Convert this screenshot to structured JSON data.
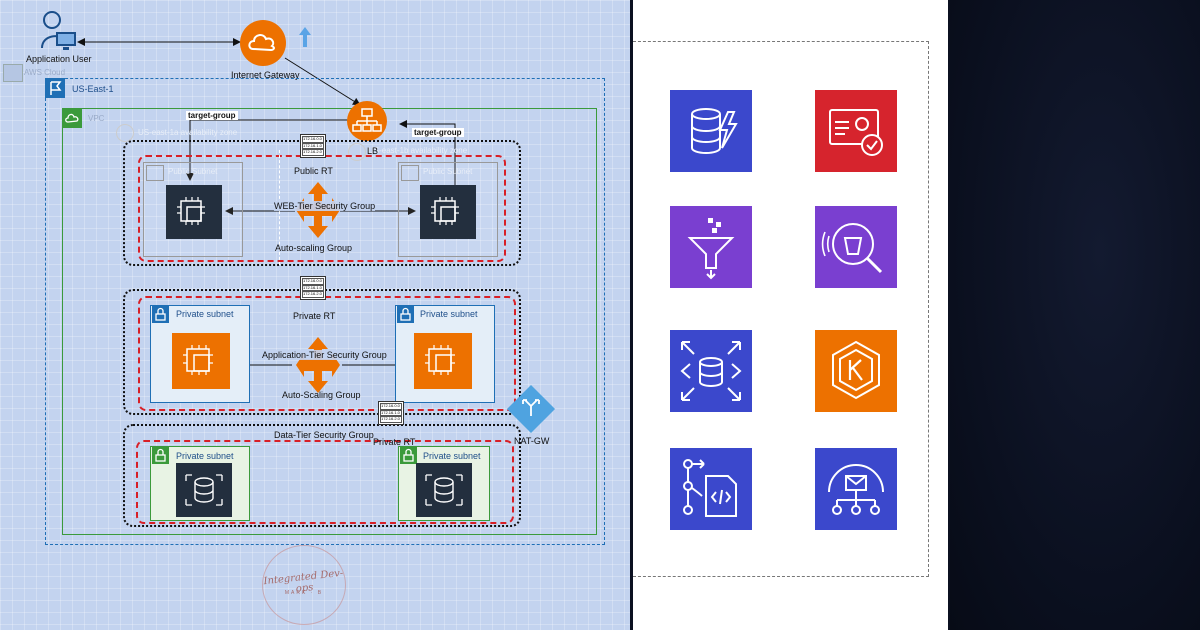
{
  "diagram": {
    "application_user": "Application User",
    "internet_gateway": "Internet Gateway",
    "region_label": "US-East-1",
    "aws_cloud_label": "AWS Cloud",
    "vpc_label": "VPC",
    "az_label_1": "US-east-1a availability zone",
    "az_label_2": "US-east-1b availability zone",
    "lb_label": "LB",
    "target_group_1": "target-group",
    "target_group_2": "target-group",
    "public_rt": "Public RT",
    "public_subnet_1": "Public Subnet",
    "public_subnet_2": "Public Subnet",
    "web_sg": "WEB-Tier Security Group",
    "web_asg": "Auto-scaling Group",
    "private_rt_1": "Private RT",
    "app_subnet_1": "Private subnet",
    "app_subnet_2": "Private subnet",
    "app_sg": "Application-Tier Security Group",
    "app_asg": "Auto-Scaling Group",
    "nat_gw": "NAT-GW",
    "data_sg": "Data-Tier Security Group",
    "private_rt_2": "Private RT",
    "data_subnet_1": "Private subnet",
    "data_subnet_2": "Private subnet",
    "rt_entries": [
      "172.16.0.0",
      "172.16.1.0",
      "172.16.2.0"
    ],
    "watermark_main": "Integrated Dev-ops",
    "watermark_sub": "MARK · B"
  },
  "icon_panel": {
    "tiles": [
      {
        "name": "dynamodb-icon",
        "color": "#3b48cc"
      },
      {
        "name": "certificate-manager-icon",
        "color": "#d6242d"
      },
      {
        "name": "glue-icon",
        "color": "#7a3fd0"
      },
      {
        "name": "s3-inspect-icon",
        "color": "#7a3fd0"
      },
      {
        "name": "rds-icon",
        "color": "#3b48cc"
      },
      {
        "name": "eks-icon",
        "color": "#ed7100"
      },
      {
        "name": "codepipeline-icon",
        "color": "#3b48cc"
      },
      {
        "name": "sns-icon",
        "color": "#3b48cc"
      }
    ]
  },
  "colors": {
    "aws_orange": "#ed7100",
    "aws_red_dash": "#d81f26",
    "vpc_green": "#3b9a3b",
    "region_blue": "#1f6fb5"
  }
}
